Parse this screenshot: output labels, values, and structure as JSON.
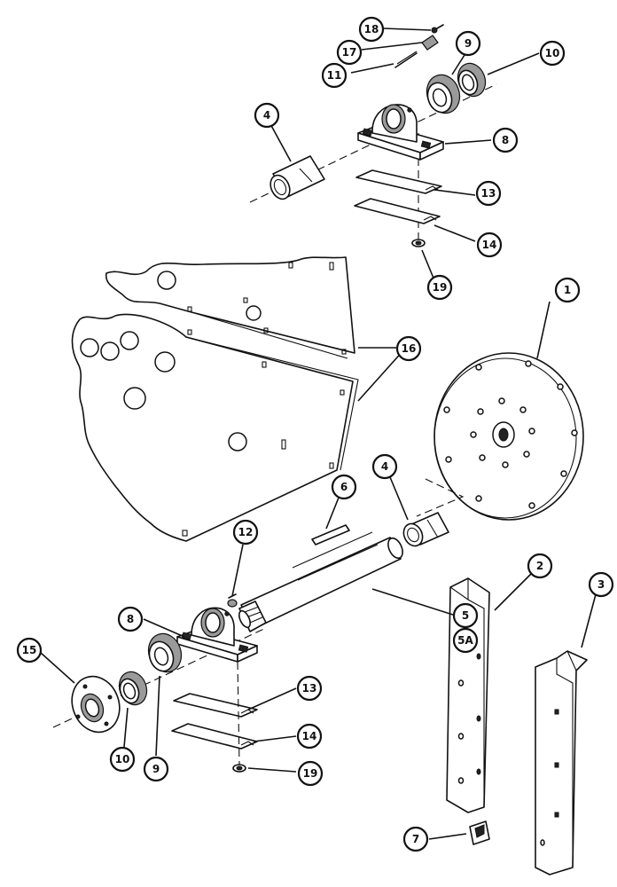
{
  "callouts": [
    {
      "id": "c1",
      "label": "1"
    },
    {
      "id": "c2",
      "label": "2"
    },
    {
      "id": "c3",
      "label": "3"
    },
    {
      "id": "c4a",
      "label": "4"
    },
    {
      "id": "c4b",
      "label": "4"
    },
    {
      "id": "c5",
      "label": "5"
    },
    {
      "id": "c5a",
      "label": "5A"
    },
    {
      "id": "c6",
      "label": "6"
    },
    {
      "id": "c7",
      "label": "7"
    },
    {
      "id": "c8a",
      "label": "8"
    },
    {
      "id": "c8b",
      "label": "8"
    },
    {
      "id": "c9a",
      "label": "9"
    },
    {
      "id": "c9b",
      "label": "9"
    },
    {
      "id": "c10a",
      "label": "10"
    },
    {
      "id": "c10b",
      "label": "10"
    },
    {
      "id": "c11",
      "label": "11"
    },
    {
      "id": "c12",
      "label": "12"
    },
    {
      "id": "c13a",
      "label": "13"
    },
    {
      "id": "c13b",
      "label": "13"
    },
    {
      "id": "c14a",
      "label": "14"
    },
    {
      "id": "c14b",
      "label": "14"
    },
    {
      "id": "c15",
      "label": "15"
    },
    {
      "id": "c16",
      "label": "16"
    },
    {
      "id": "c17",
      "label": "17"
    },
    {
      "id": "c18",
      "label": "18"
    },
    {
      "id": "c19a",
      "label": "19"
    },
    {
      "id": "c19b",
      "label": "19"
    }
  ]
}
